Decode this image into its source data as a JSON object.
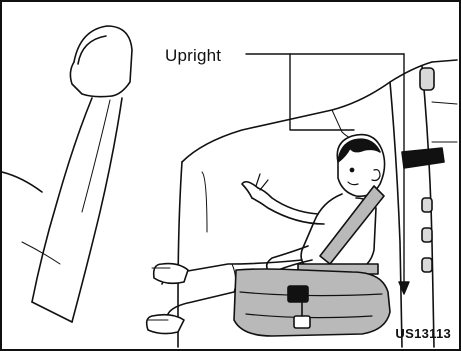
{
  "figure": {
    "callout_label": "Upright",
    "figure_code": "US13113",
    "icons": [
      "vehicle-seat-outline",
      "child-in-booster-seat",
      "upright-indicator-arrow"
    ],
    "colors": {
      "line": "#111111",
      "shade": "#b9b9b9",
      "light_shade": "#d9d9d9",
      "background": "#ffffff"
    }
  }
}
